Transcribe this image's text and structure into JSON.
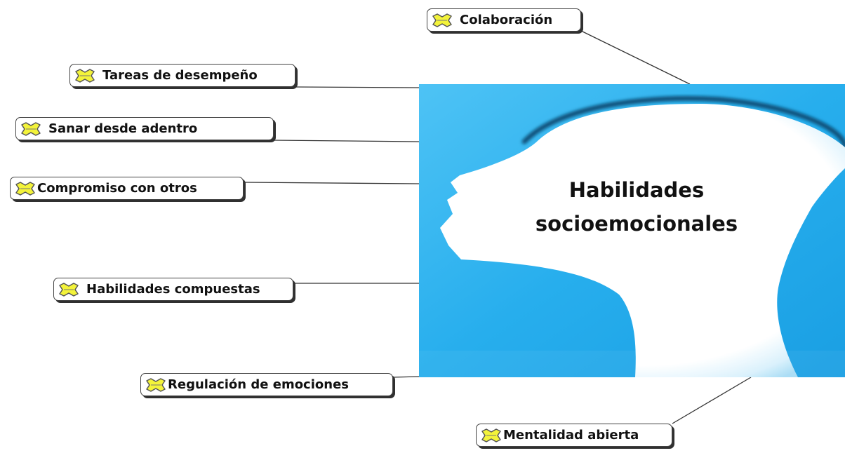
{
  "central_topic": {
    "line1": "Habilidades",
    "line2": "socioemocionales",
    "panel_color": "#29aef0"
  },
  "topics": [
    {
      "label": "Colaboración",
      "icon": "topic-icon"
    },
    {
      "label": "Tareas de desempeño",
      "icon": "topic-icon"
    },
    {
      "label": "Sanar desde adentro",
      "icon": "topic-icon"
    },
    {
      "label": "Compromiso con otros",
      "icon": "topic-icon"
    },
    {
      "label": "Habilidades compuestas",
      "icon": "topic-icon"
    },
    {
      "label": "Regulación de emociones",
      "icon": "topic-icon"
    },
    {
      "label": "Mentalidad abierta",
      "icon": "topic-icon"
    }
  ],
  "colors": {
    "icon_fill": "#f3f33a",
    "icon_stroke": "#555555",
    "link_line": "#333333",
    "node_shadow": "#303030"
  }
}
